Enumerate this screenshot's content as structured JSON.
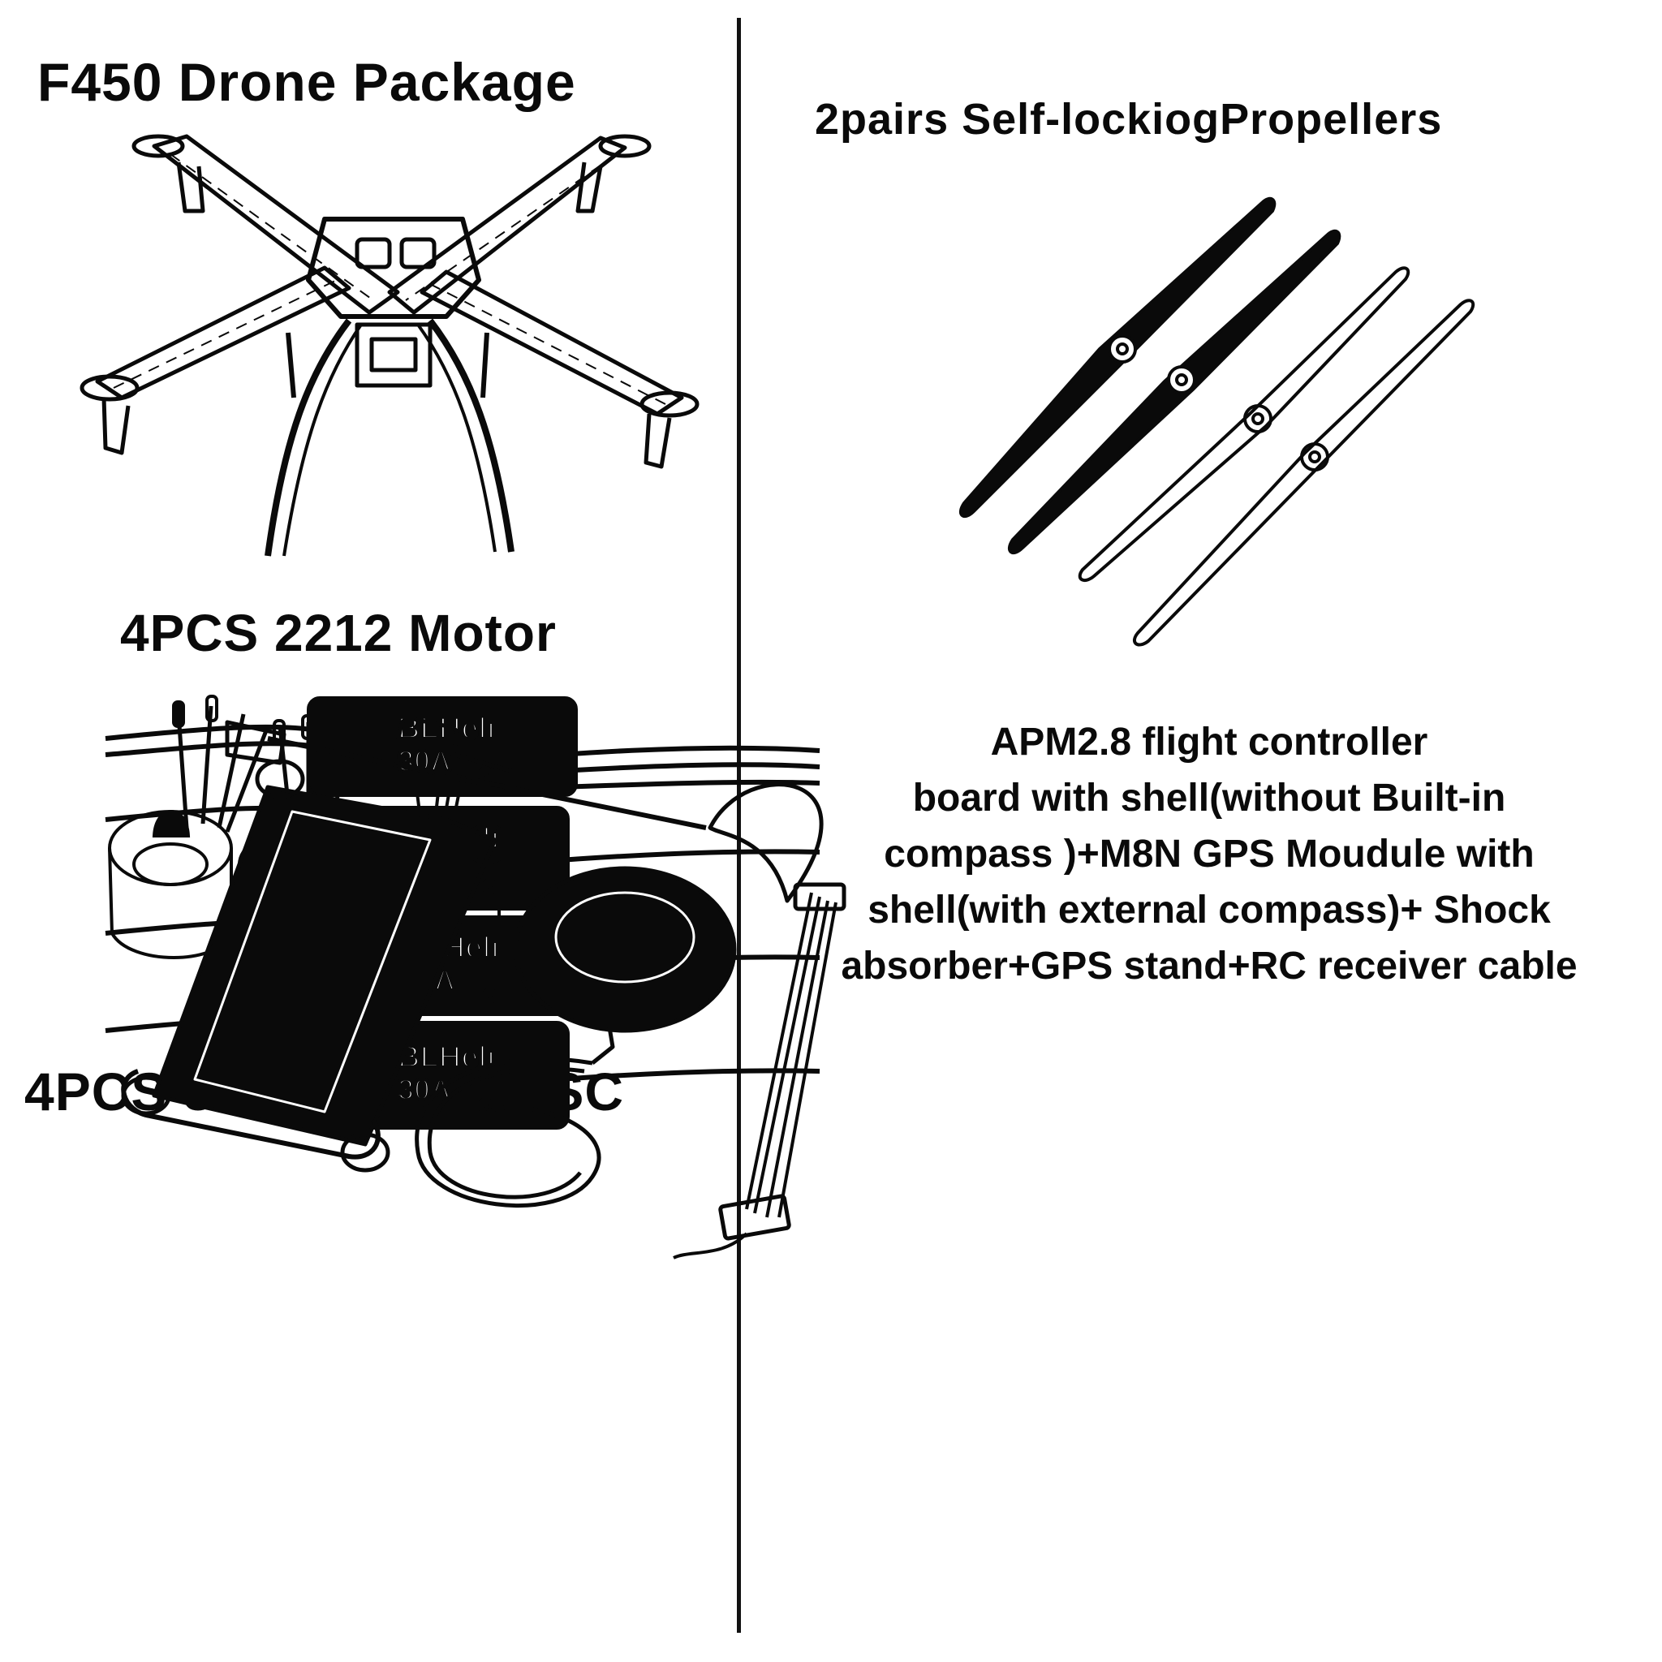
{
  "titles": {
    "frame": "F450 Drone Package",
    "propellers": "2pairs Self-lockiogPropellers",
    "motors": "4PCS 2212 Motor",
    "esc": "4PCS 30A BLHELI ESC"
  },
  "controller": {
    "lines": [
      "APM2.8 flight controller",
      "board with shell(without Built-in",
      "compass )+M8N GPS Moudule with",
      "shell(with external compass)+ Shock",
      "absorber+GPS stand+RC receiver cable"
    ]
  },
  "esc_labels": {
    "brand": "BLHeli",
    "rating": "30A",
    "mark": "CE"
  },
  "colors": {
    "ink": "#0a0a0a",
    "background": "#ffffff"
  }
}
